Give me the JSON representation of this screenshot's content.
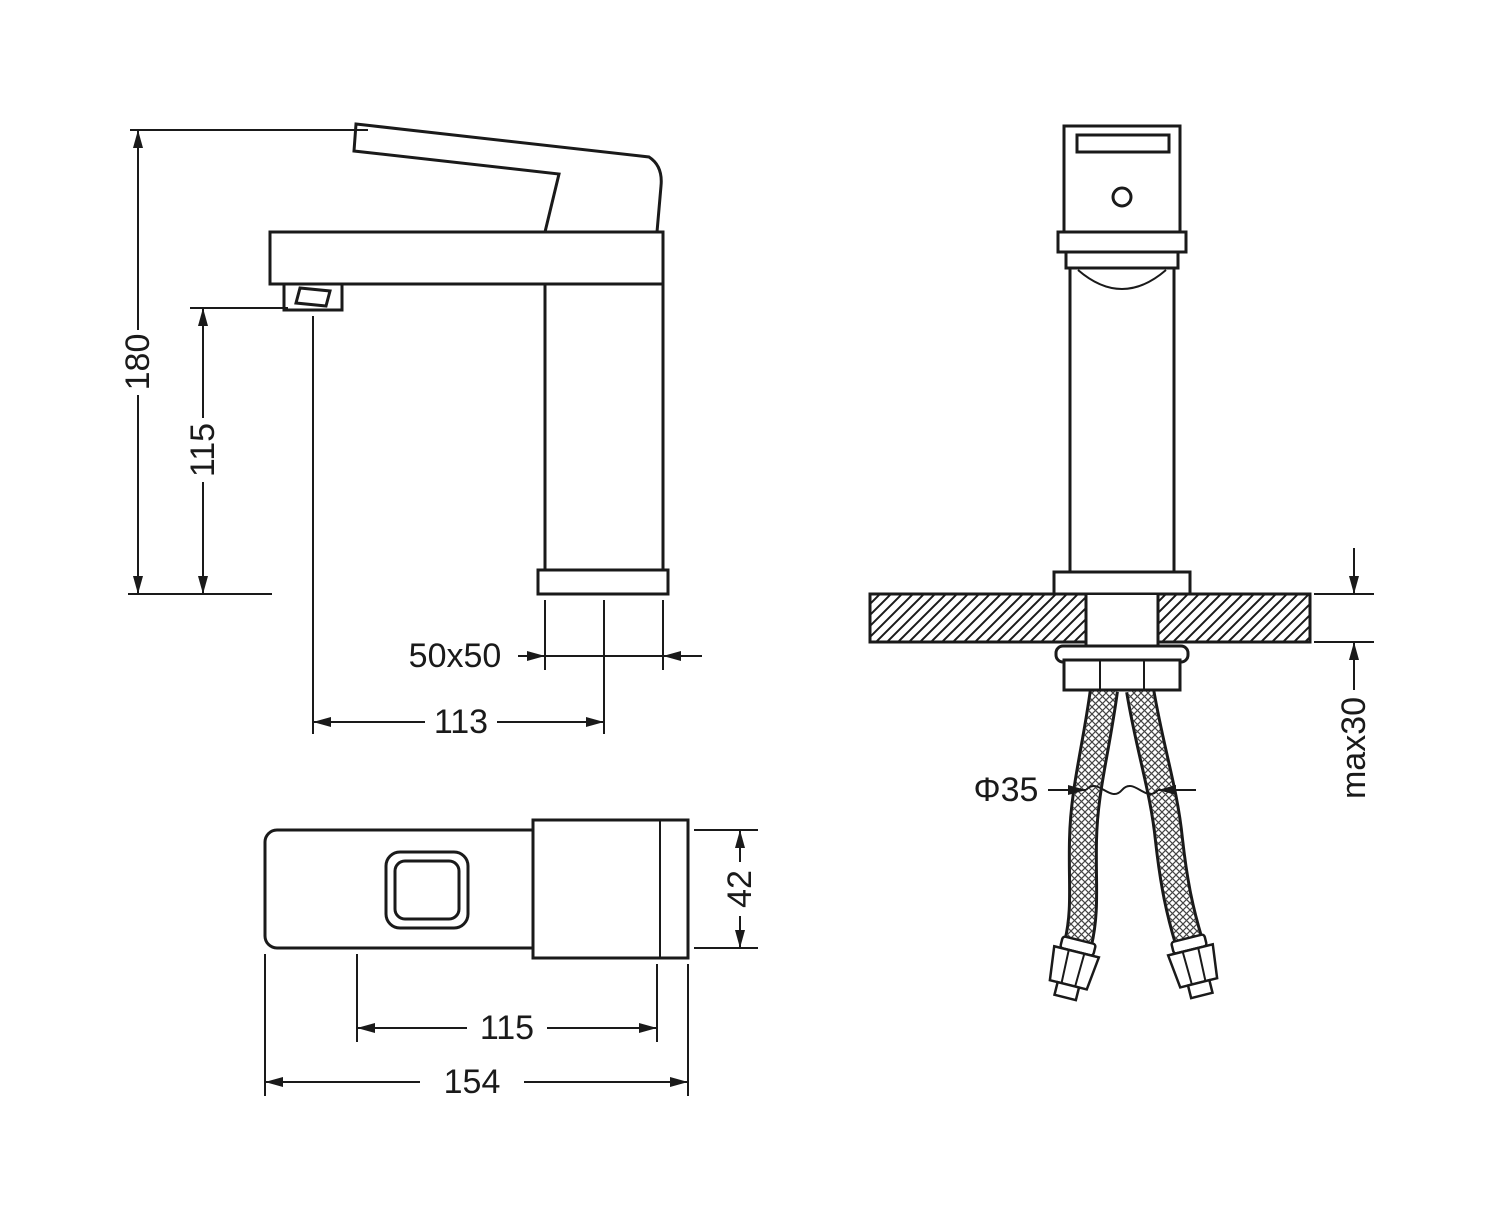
{
  "drawing_type": "faucet-installation-dimensions",
  "colors": {
    "line": "#1a1a1a",
    "background": "#ffffff"
  },
  "views": {
    "side": {
      "dims": {
        "total_height": "180",
        "spout_height": "115",
        "base_section": "50x50",
        "spout_reach": "113"
      }
    },
    "top": {
      "dims": {
        "inner_length": "115",
        "total_length": "154",
        "body_width": "42"
      }
    },
    "front": {
      "dims": {
        "hole_diameter": "Φ35",
        "max_deck_thickness": "max30"
      }
    }
  }
}
